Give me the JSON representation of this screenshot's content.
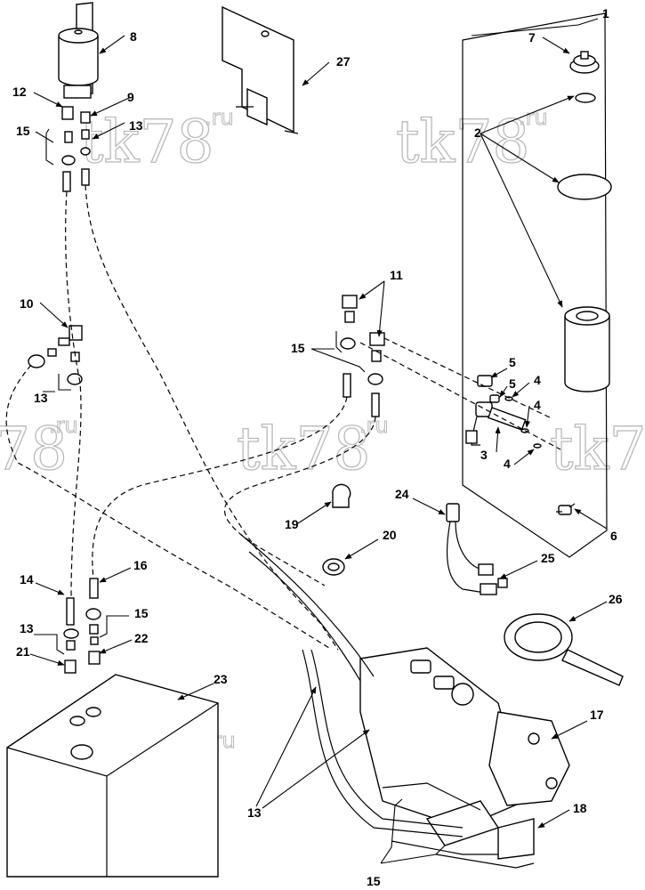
{
  "watermark": {
    "main": "tk78",
    "suffix": ".ru",
    "partial": "78",
    "partial_right": "tk7"
  },
  "callouts": {
    "c1": "1",
    "c2": "2",
    "c3": "3",
    "c4a": "4",
    "c4b": "4",
    "c4c": "4",
    "c5a": "5",
    "c5b": "5",
    "c6": "6",
    "c7": "7",
    "c8": "8",
    "c9": "9",
    "c10": "10",
    "c11": "11",
    "c12": "12",
    "c13a": "13",
    "c13b": "13",
    "c13c": "13",
    "c13d": "13",
    "c14": "14",
    "c15a": "15",
    "c15b": "15",
    "c15c": "15",
    "c15d": "15",
    "c16": "16",
    "c17": "17",
    "c18": "18",
    "c19": "19",
    "c20": "20",
    "c21": "21",
    "c22": "22",
    "c23": "23",
    "c24": "24",
    "c25": "25",
    "c26": "26",
    "c27": "27"
  }
}
